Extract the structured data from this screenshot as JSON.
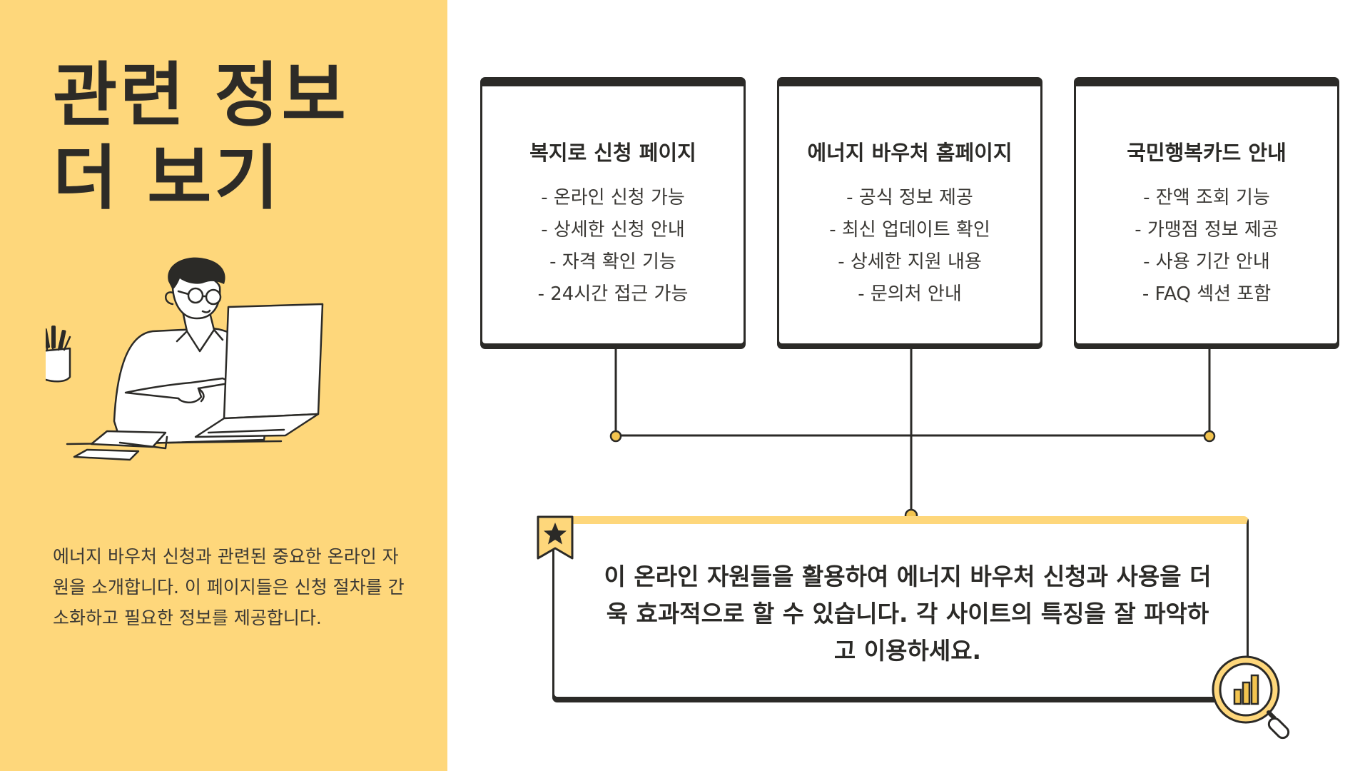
{
  "title": {
    "line1": "관련 정보",
    "line2": "더 보기"
  },
  "description": "에너지 바우처 신청과 관련된 중요한 온라인 자원을 소개합니다. 이 페이지들은 신청 절차를 간소화하고 필요한 정보를 제공합니다.",
  "cards": [
    {
      "title": "복지로 신청 페이지",
      "items": [
        "- 온라인 신청 가능",
        "- 상세한 신청 안내",
        "- 자격 확인 기능",
        "- 24시간 접근 가능"
      ]
    },
    {
      "title": "에너지 바우처 홈페이지",
      "items": [
        "- 공식 정보 제공",
        "- 최신 업데이트 확인",
        "- 상세한 지원 내용",
        "- 문의처 안내"
      ]
    },
    {
      "title": "국민행복카드 안내",
      "items": [
        "- 잔액 조회 기능",
        "- 가맹점 정보 제공",
        "- 사용 기간 안내",
        "- FAQ 섹션 포함"
      ]
    }
  ],
  "note": "이 온라인 자원들을 활용하여 에너지 바우처 신청과 사용을 더욱 효과적으로 할 수 있습니다. 각 사이트의 특징을 잘 파악하고 이용하세요.",
  "colors": {
    "accent": "#fed77b",
    "ink": "#2b2a27",
    "background": "#ffffff",
    "accent_dot": "#f3c44f"
  },
  "icons": {
    "badge": "star-icon",
    "search": "magnifier-chart-icon",
    "illustration": "man-at-laptop-illustration"
  }
}
